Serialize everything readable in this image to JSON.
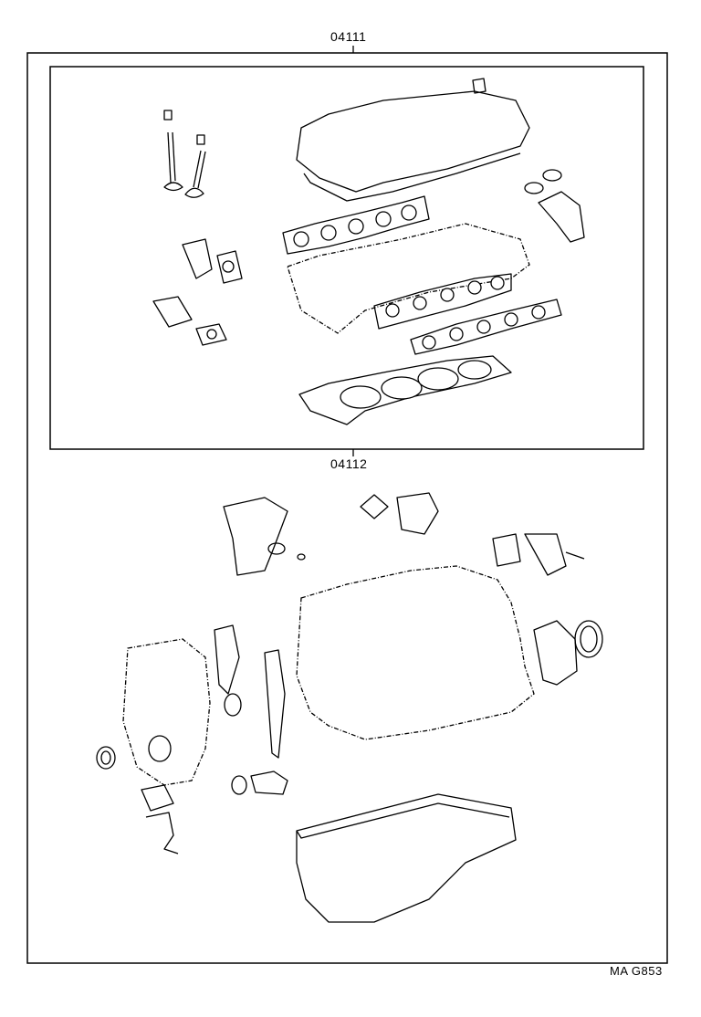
{
  "callouts": {
    "top_kit": "04111",
    "bottom_kit": "04112"
  },
  "figure_code": "MA G853"
}
